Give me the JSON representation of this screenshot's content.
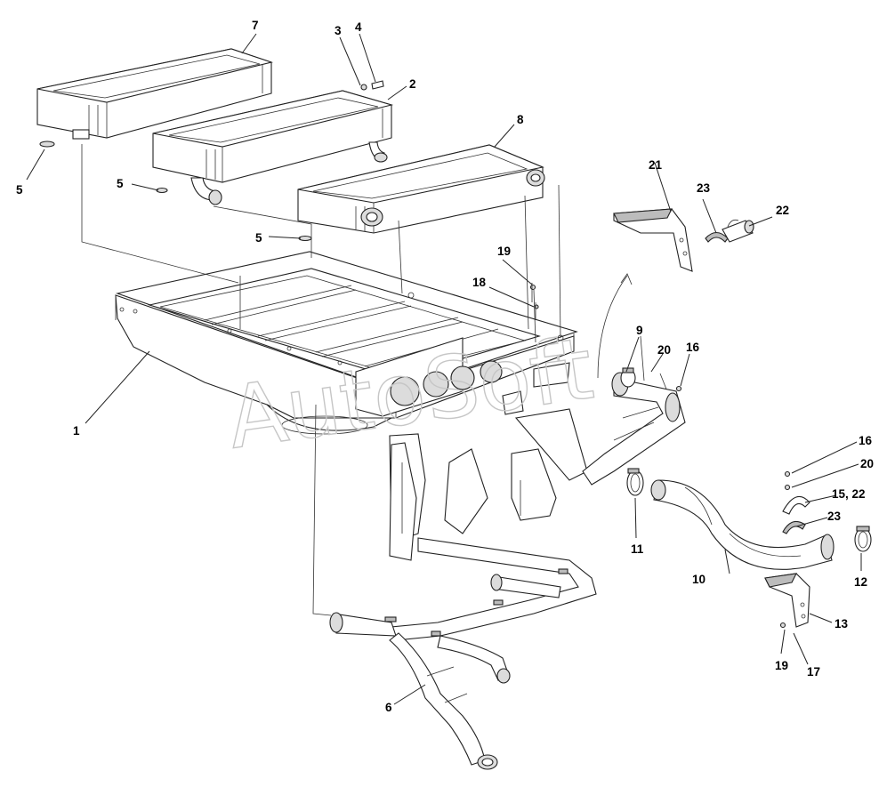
{
  "watermark": "AutoSoft",
  "callouts": {
    "c1": "1",
    "c2": "2",
    "c3": "3",
    "c4": "4",
    "c5a": "5",
    "c5b": "5",
    "c5c": "5",
    "c6": "6",
    "c7": "7",
    "c8": "8",
    "c9": "9",
    "c10": "10",
    "c11": "11",
    "c12": "12",
    "c13": "13",
    "c16a": "16",
    "c16b": "16",
    "c17": "17",
    "c19a": "19",
    "c19b": "19",
    "c18": "18",
    "c20a": "20",
    "c20b": "20",
    "c21": "21",
    "c22": "22",
    "c23a": "23",
    "c23b": "23",
    "c1522": "15, 22"
  }
}
